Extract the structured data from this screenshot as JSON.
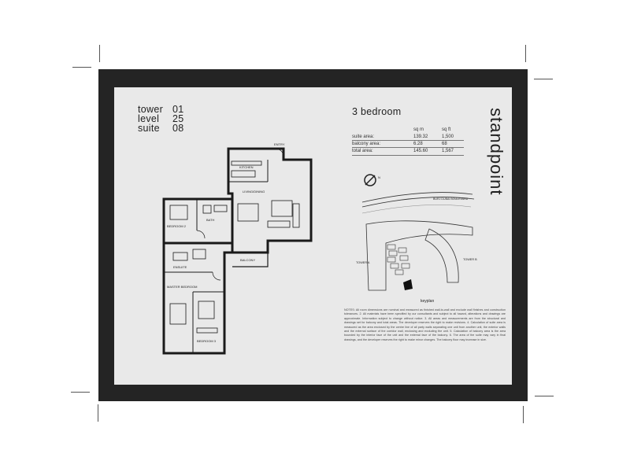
{
  "unit": {
    "tower_label": "tower",
    "tower_value": "01",
    "level_label": "level",
    "level_value": "25",
    "suite_label": "suite",
    "suite_value": "08"
  },
  "suite_type": "3 bedroom",
  "brand": "standpoint",
  "area_table": {
    "col_sqm": "sq m",
    "col_sqft": "sq ft",
    "rows": [
      {
        "label": "suite area:",
        "sqm": "139.32",
        "sqft": "1,500"
      },
      {
        "label": "balcony area:",
        "sqm": "6.28",
        "sqft": "68"
      },
      {
        "label": "total area:",
        "sqm": "145.60",
        "sqft": "1,567"
      }
    ]
  },
  "rooms": {
    "kitchen": "KITCHEN",
    "living": "LIVING/DINING",
    "bedroom2": "BEDROOM 2",
    "bath": "BATH",
    "ensuite": "ENSUITE",
    "master": "MASTER BEDROOM",
    "bedroom3": "BEDROOM 3",
    "balcony": "BALCONY",
    "entry": "ENTRY"
  },
  "site": {
    "boulevard": "BURJ DUBAI BOULEVARD",
    "tower_a": "TOWER A",
    "tower_b": "TOWER B",
    "keyplan": "keyplan",
    "north": "N"
  },
  "disclaimer": "NOTES: All room dimensions are nominal and measured as finished wall-to-wall and exclude wall finishes and construction tolerances. 2. All materials have been specified by our consultants and subject to all hazard, alterations and drawings are approximate. Information subject to change without notice. 3. All areas and measurements are from the structural and drawings set for balcony and total areas. The developer reserves the right to make revisions. 4. Calculation of suite area is measured as the area enclosed by the centre line of all party walls separating one unit from another unit, the exterior walls and the external surface of the corridor wall, enclosing and excluding the unit. 5. Calculation of balcony area is the area bounded by the interior face of the unit and the external face of the balcony. 6. The area of the suite may vary in final drawings, and the developer reserves the right to make minor changes. The balcony floor may increase in size."
}
